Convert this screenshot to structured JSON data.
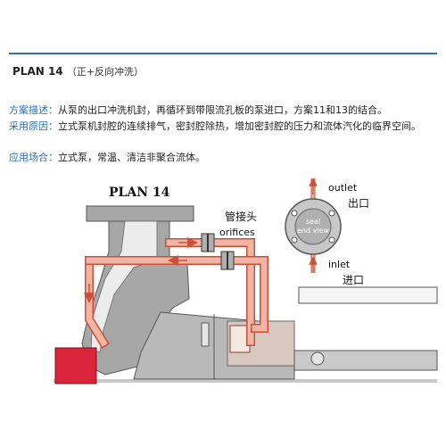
{
  "header": {
    "plan": "PLAN 14",
    "subtitle": "（正+反向冲洗）"
  },
  "lines": [
    {
      "key": "方案描述：",
      "text": "从泵的出口冲洗机封，再循环到带限流孔板的泵进口，方案11和13的结合。"
    },
    {
      "key": "采用原因：",
      "text": "立式泵机封腔的连续排气，密封腔除热，增加密封腔的压力和流体汽化的临界空间。"
    },
    {
      "key": "应用场合：",
      "text": "立式泵，常温、清洁非聚合流体。"
    }
  ],
  "diagram": {
    "plan_label": "PLAN 14",
    "orifices_cn": "管接头",
    "orifices_en": "orifices",
    "outlet_en": "outlet",
    "outlet_cn": "出口",
    "inlet_en": "inlet",
    "inlet_cn": "进口",
    "seal_end_view_1": "seal",
    "seal_end_view_2": "end view"
  },
  "colors": {
    "accent": "#2f6fb2",
    "flush_pipe": "#f0b5a4",
    "flush_outline": "#c9503a",
    "pump_gray": "#a7a7a7",
    "pump_red": "#d9243a"
  }
}
